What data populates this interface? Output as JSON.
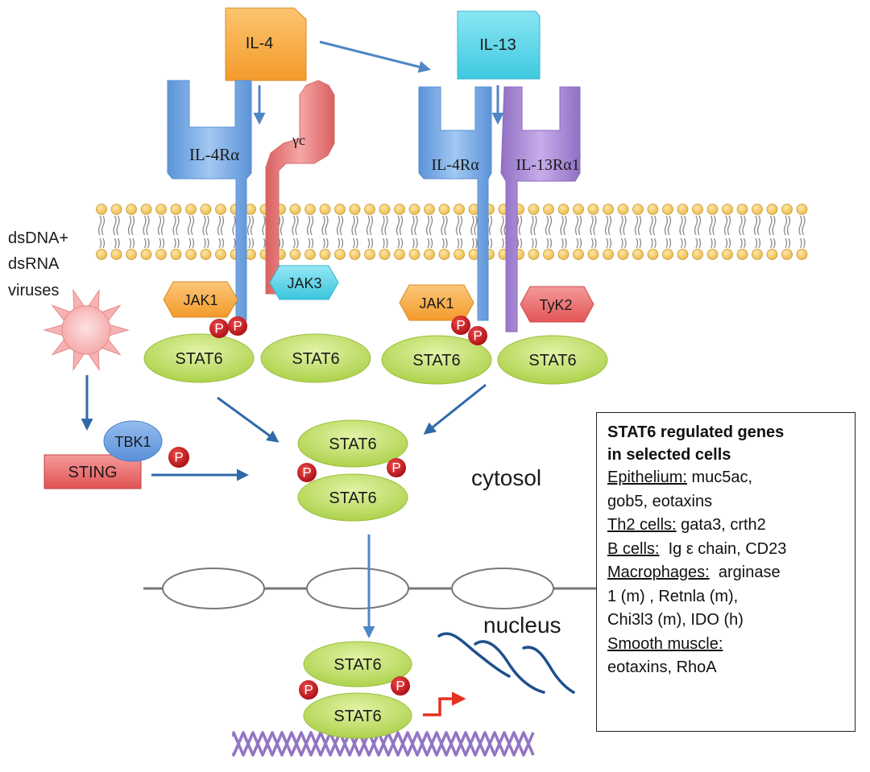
{
  "cytokines": {
    "il4": "IL-4",
    "il13": "IL-13"
  },
  "receptors": {
    "left_alpha": "IL-4Rα",
    "gamma_c": "γc",
    "right_alpha": "IL-4Rα",
    "il13_alpha1": "IL-13Rα1"
  },
  "kinases": {
    "jak1_left": "JAK1",
    "jak3": "JAK3",
    "jak1_right": "JAK1",
    "tyk2": "TyK2",
    "tbk1": "TBK1"
  },
  "sting": "STING",
  "stat": "STAT6",
  "phospho": "P",
  "virus_lines": [
    "dsDNA+",
    "dsRNA",
    "viruses"
  ],
  "compartments": {
    "cytosol": "cytosol",
    "nucleus": "nucleus"
  },
  "gene_box": {
    "title_lines": [
      "STAT6 regulated genes",
      "in selected cells"
    ],
    "lines": [
      {
        "cat": "Epithelium:",
        "text": " muc5ac,"
      },
      {
        "cat": "",
        "text": "gob5, eotaxins"
      },
      {
        "cat": "Th2 cells:",
        "text": " gata3, crth2"
      },
      {
        "cat": "B cells:",
        "text": "  Ig ε chain, CD23"
      },
      {
        "cat": "Macrophages:",
        "text": "  arginase"
      },
      {
        "cat": "",
        "text": "1 (m) , Retnla (m),"
      },
      {
        "cat": "",
        "text": "Chi3l3 (m), IDO (h)"
      },
      {
        "cat": "Smooth muscle:",
        "text": ""
      },
      {
        "cat": "",
        "text": "eotaxins, RhoA"
      }
    ]
  },
  "colors": {
    "il4": "#f8a53c",
    "il13": "#5fd6e8",
    "receptor_blue": "#79aee8",
    "gamma_c": "#ec8585",
    "il13ra1": "#b08fd6",
    "jak1": "#f7a640",
    "jak3": "#5fd3ea",
    "tyk2": "#ec6b6b",
    "stat6": "#c2e06a",
    "phospho": "#c4161c",
    "arrow": "#2f6aa8",
    "dna": "#9474c4",
    "mrna": "#1f4f8c",
    "transcription_arrow": "#e63020"
  }
}
